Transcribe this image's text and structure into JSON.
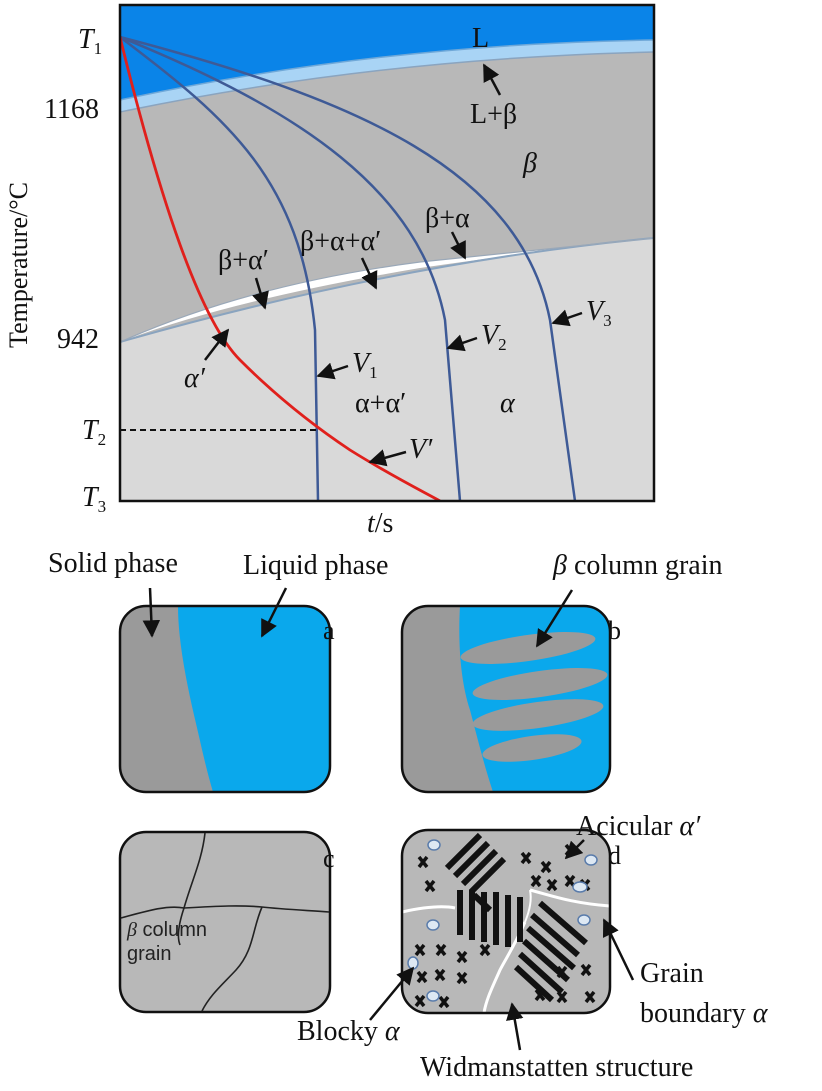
{
  "diagram": {
    "y_axis_label": "Temperature/°C",
    "x_axis_label_var": "t",
    "x_axis_label_unit": "/s",
    "y_ticks": {
      "t1": "T",
      "t1_sub": "1",
      "v1168": "1168",
      "v942": "942",
      "t2": "T",
      "t2_sub": "2",
      "t3": "T",
      "t3_sub": "3"
    },
    "regions": {
      "liquid": "L",
      "liquid_beta": "L+β",
      "beta": "β",
      "beta_alpha": "β+α",
      "beta_alpha_alphaprime": "β+α+α′",
      "beta_alphaprime": "β+α′",
      "alphaprime": "α′",
      "alpha_alphaprime": "α+α′",
      "alpha": "α"
    },
    "curves": {
      "v1": "V",
      "v1_sub": "1",
      "v2": "V",
      "v2_sub": "2",
      "v3": "V",
      "v3_sub": "3",
      "vprime": "V′"
    },
    "colors": {
      "liquid": "#0a84e8",
      "two_phase": "#a9d4f5",
      "beta": "#b8b8b8",
      "alpha": "#d9d9d9",
      "cooling_curve": "#3e5a96",
      "critical_curve": "#e0201c",
      "melt_pool": "#0aa8ec",
      "solid": "#9a9a9a"
    }
  },
  "panels": {
    "a_label": "a",
    "b_label": "b",
    "c_label": "c",
    "d_label": "d",
    "solid_phase": "Solid phase",
    "liquid_phase": "Liquid phase",
    "beta_column_grain_sym": "β",
    "beta_column_grain_text": " column grain",
    "c_grain_line1_sym": "β",
    "c_grain_line1_text": " column",
    "c_grain_line2": "grain",
    "acicular_text": "Acicular ",
    "acicular_sym": "α′",
    "grain_boundary_line1": "Grain",
    "grain_boundary_line2_text": "boundary ",
    "grain_boundary_line2_sym": "α",
    "blocky_text": "Blocky ",
    "blocky_sym": "α",
    "widmanstatten": "Widmanstatten structure"
  }
}
